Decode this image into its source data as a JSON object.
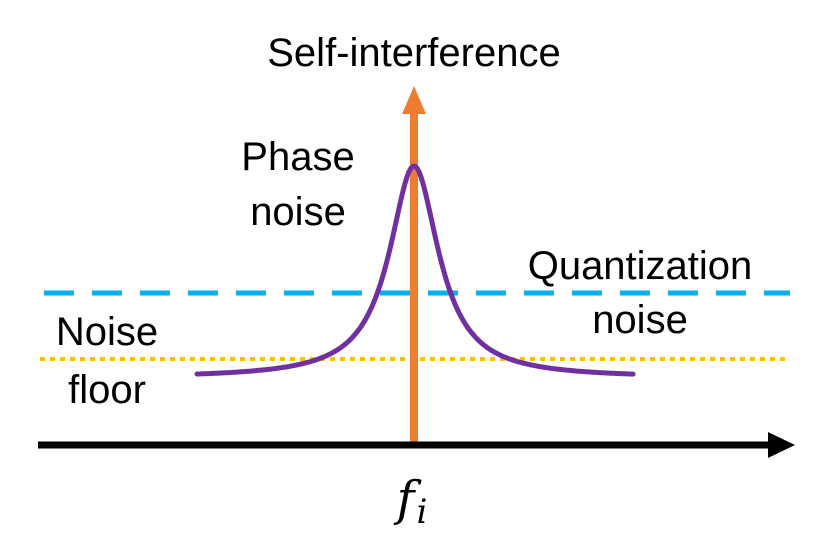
{
  "labels": {
    "self_interference": "Self-interference",
    "phase_noise_line1": "Phase",
    "phase_noise_line2": "noise",
    "quantization_line1": "Quantization",
    "quantization_line2": "noise",
    "noise_floor_line1": "Noise",
    "noise_floor_line2": "floor",
    "frequency_base": "f",
    "frequency_sub": "i"
  },
  "colors": {
    "self_interference": "#ED7D31",
    "phase_noise": "#7030A0",
    "quantization_noise": "#00B0F0",
    "noise_floor": "#FFC000",
    "axis": "#000000"
  }
}
